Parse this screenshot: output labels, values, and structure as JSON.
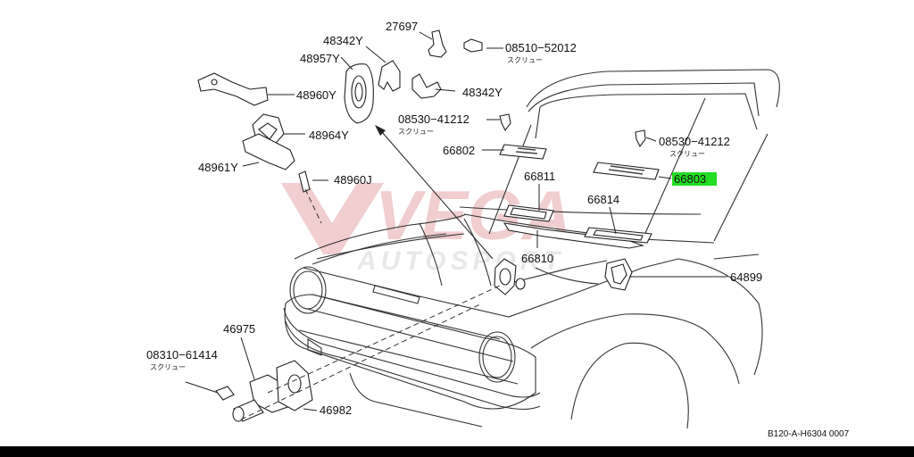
{
  "watermark": {
    "line1": "VEGA",
    "line2": "AUTOSPORT",
    "color": "#c0202a"
  },
  "highlight_color": "#22dd22",
  "diagram_code": "B120-A-H6304 0007",
  "parts": {
    "p27697": "27697",
    "p08510": "08510−52012",
    "p08510_sub": "スクリュー",
    "p48342_top": "48342Y",
    "p48957": "48957Y",
    "p48960": "48960Y",
    "p48342_right": "48342Y",
    "p48964": "48964Y",
    "p48961": "48961Y",
    "p48960j": "48960J",
    "p08530_a": "08530−41212",
    "p08530_a_sub": "スクリュー",
    "p08530_b": "08530−41212",
    "p08530_b_sub": "スクリュー",
    "p66802": "66802",
    "p66803": "66803",
    "p66811": "66811",
    "p66814": "66814",
    "p66810": "66810",
    "p64899": "64899",
    "p46975": "46975",
    "p08310": "08310−61414",
    "p08310_sub": "スクリュー",
    "p46982": "46982"
  }
}
